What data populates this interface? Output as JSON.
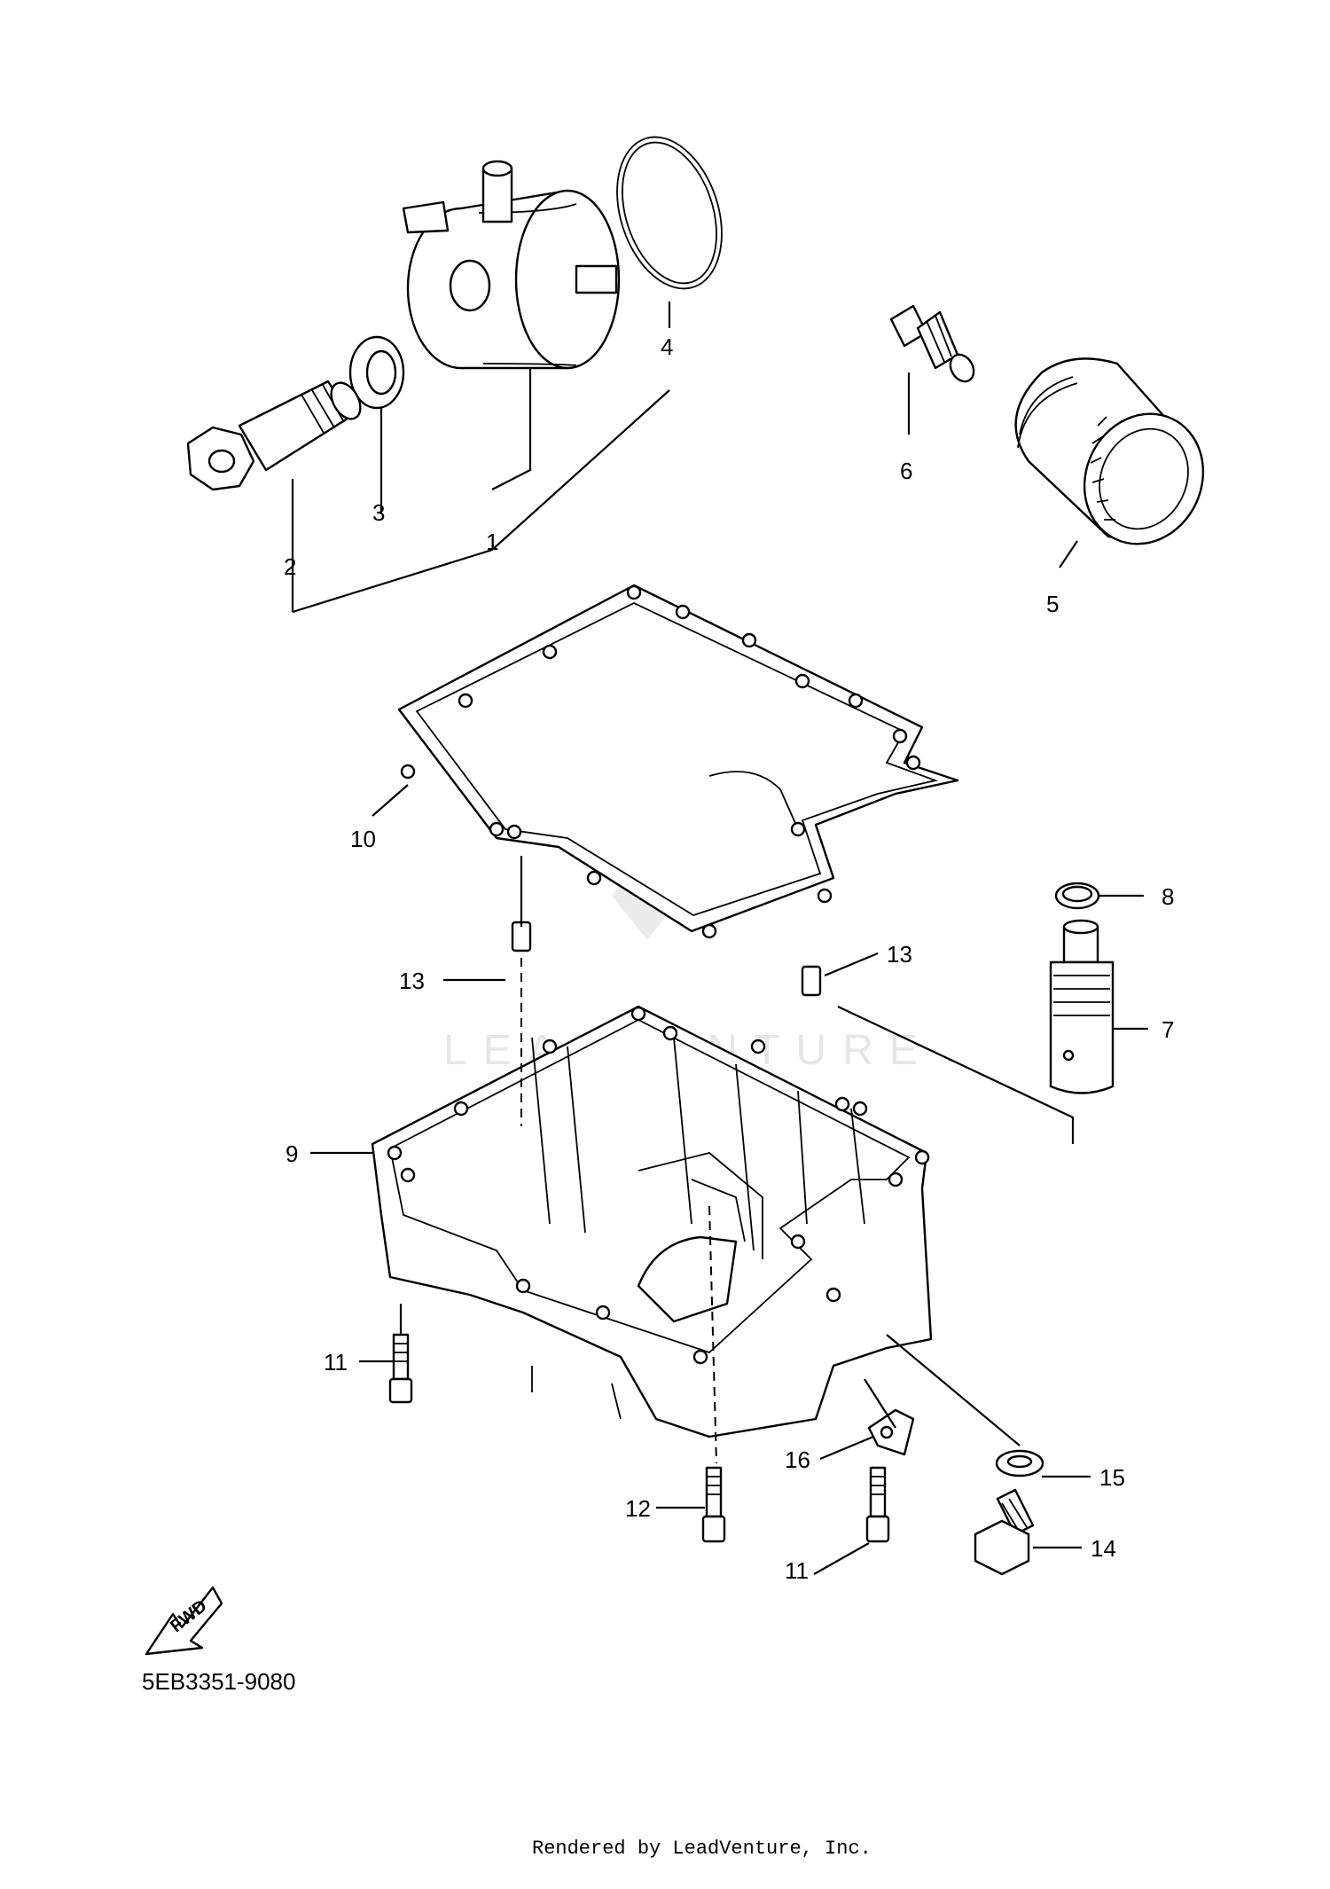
{
  "diagram": {
    "code": "5EB3351-9080",
    "credit": "Rendered by LeadVenture, Inc.",
    "watermark": "LEADVENTURE",
    "fwd": "FWD",
    "callouts": {
      "c1": "1",
      "c2": "2",
      "c3": "3",
      "c4": "4",
      "c5": "5",
      "c6": "6",
      "c7": "7",
      "c8": "8",
      "c9": "9",
      "c10": "10",
      "c11a": "11",
      "c11b": "11",
      "c12": "12",
      "c13a": "13",
      "c13b": "13",
      "c14": "14",
      "c15": "15",
      "c16": "16"
    }
  }
}
